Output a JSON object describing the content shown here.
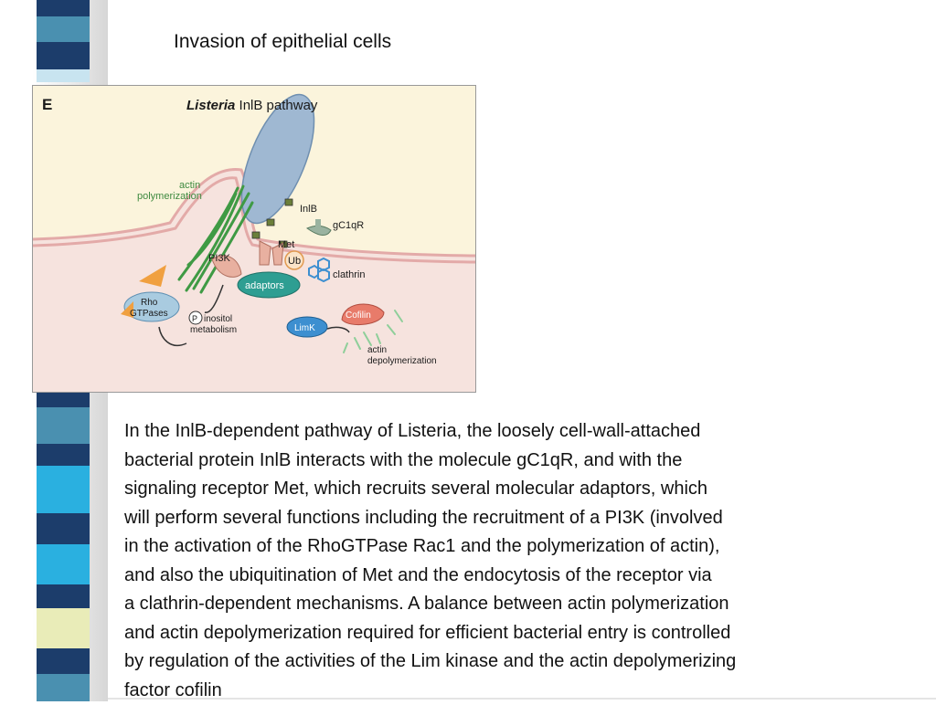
{
  "slide": {
    "title": "Invasion of epithelial cells",
    "paragraph_lines": [
      "In the InlB-dependent pathway of Listeria, the loosely cell-wall-attached",
      "bacterial protein InlB interacts with the molecule gC1qR, and with the",
      "signaling receptor Met, which recruits several molecular adaptors, which",
      "will perform several functions including the recruitment of a PI3K (involved",
      "in the activation of the RhoGTPase Rac1 and the polymerization of actin),",
      "and also the ubiquitination of Met and the endocytosis of the receptor via",
      "a clathrin-dependent mechanisms. A balance between actin polymerization",
      "and actin depolymerization required for efficient bacterial entry is controlled",
      "by regulation of the activities of the Lim kinase and the actin depolymerizing",
      "factor cofilin"
    ]
  },
  "figure": {
    "panel_letter": "E",
    "heading_italic": "Listeria",
    "heading_rest": " InlB pathway",
    "labels": {
      "actin_poly_1": "actin",
      "actin_poly_2": "polymerization",
      "inlb": "InlB",
      "gc1qr": "gC1qR",
      "met": "Met",
      "pi3k": "PI3K",
      "ub": "Ub",
      "clathrin": "clathrin",
      "adaptors": "adaptors",
      "rho_1": "Rho",
      "rho_2": "GTPases",
      "p": "P",
      "inositol_1": "inositol",
      "inositol_2": "metabolism",
      "limk": "LimK",
      "cofilin": "Cofilin",
      "actin_depoly_1": "actin",
      "actin_depoly_2": "depolymerization"
    }
  },
  "colors": {
    "stripe_dark": "#1c3d6b",
    "stripe_mid": "#4a90b0",
    "stripe_cyan": "#2ab0e0",
    "stripe_cream": "#e9ecb8",
    "stripe_light": "#c8e4f0",
    "figure_background": "#fbf4dc",
    "cell_interior": "#f6e3de",
    "membrane": "#e3aaa8",
    "bacterium": "#9fb8d2",
    "actin": "#3f9a44",
    "adaptors": "#2e9e92",
    "limk": "#3d8fd0",
    "cofilin": "#e87b6a",
    "rho": "#a9cbe0",
    "rho_arrow": "#f0a040"
  }
}
